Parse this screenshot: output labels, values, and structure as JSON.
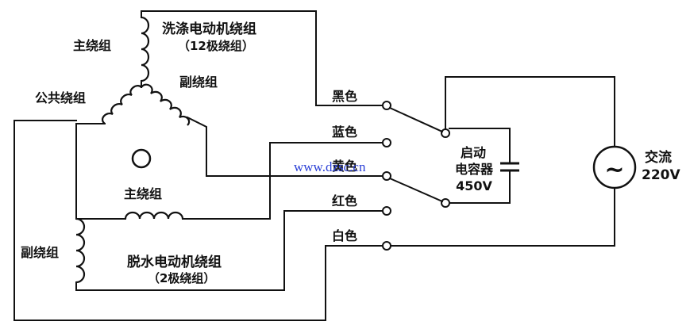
{
  "motor_wash": {
    "title": "洗涤电动机绕组",
    "subtitle": "（12极绕组）",
    "main_winding": "主绕组",
    "aux_winding": "副绕组",
    "common_winding": "公共绕组"
  },
  "motor_spin": {
    "title": "脱水电动机绕组",
    "subtitle": "（2极绕组）",
    "main_winding": "主绕组",
    "aux_winding": "副绕组"
  },
  "wires": {
    "black": "黑色",
    "blue": "蓝色",
    "yellow": "黄色",
    "red": "红色",
    "white": "白色"
  },
  "capacitor": {
    "line1": "启动",
    "line2": "电容器",
    "line3": "450V"
  },
  "power": {
    "line1": "交流",
    "line2": "220V",
    "symbol": "~"
  },
  "watermark": "www.dzsc.cn"
}
